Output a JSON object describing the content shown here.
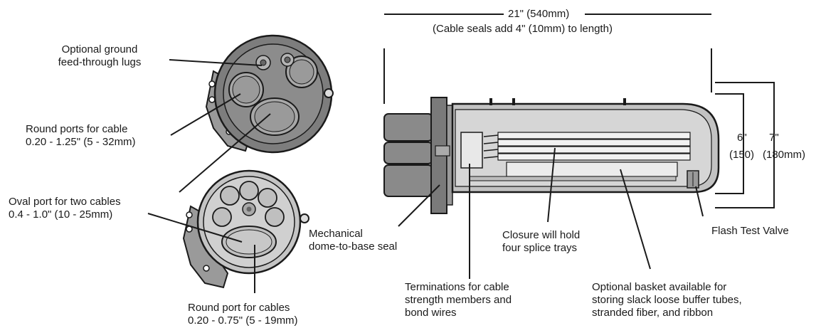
{
  "callouts": {
    "ground_lugs": [
      "Optional ground",
      "feed-through lugs"
    ],
    "round_ports": [
      "Round ports for cable",
      "0.20 - 1.25\" (5 - 32mm)"
    ],
    "oval_port": [
      "Oval port for two cables",
      "0.4 - 1.0\" (10 - 25mm)"
    ],
    "round_port_small": [
      "Round port for cables",
      "0.20 - 0.75\" (5 - 19mm)"
    ],
    "seal": [
      "Mechanical",
      "dome-to-base seal"
    ],
    "terminations": [
      "Terminations for cable",
      "strength members and",
      "bond wires"
    ],
    "trays": [
      "Closure will hold",
      "four splice trays"
    ],
    "basket": [
      "Optional basket available for",
      "storing slack loose buffer tubes,",
      "stranded fiber, and ribbon"
    ],
    "valve": [
      "Flash Test Valve"
    ]
  },
  "dimensions": {
    "length": "21\" (540mm)",
    "length_note": "(Cable seals add 4\" (10mm) to length)",
    "height_inner": "6\"",
    "height_inner_mm": "(150)",
    "height_outer": "7\"",
    "height_outer_mm": "(180mm)"
  },
  "colors": {
    "line": "#1a1a1a",
    "body_gray": "#8a8a8a",
    "light_gray": "#c8c8c8",
    "dark_gray": "#555555"
  }
}
